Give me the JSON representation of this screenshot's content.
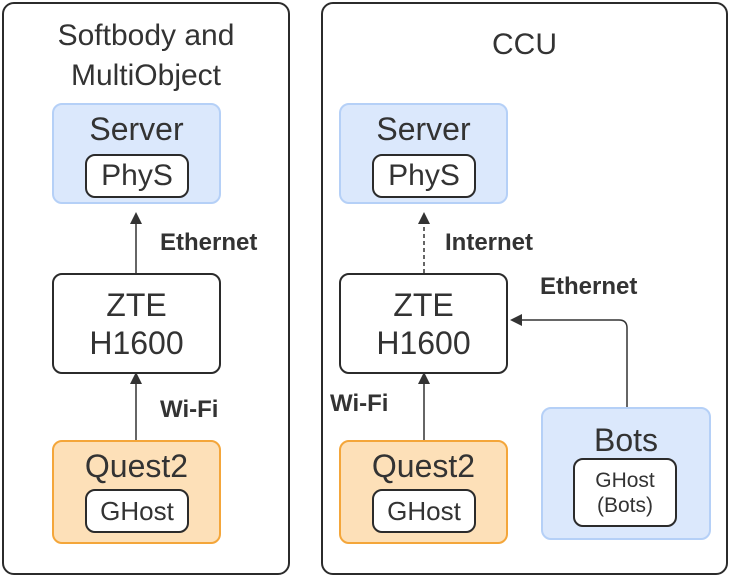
{
  "panels": {
    "left": {
      "title_line1": "Softbody and",
      "title_line2": "MultiObject",
      "server": {
        "label": "Server",
        "inner": "PhyS"
      },
      "router": {
        "line1": "ZTE",
        "line2": "H1600"
      },
      "headset": {
        "label": "Quest2",
        "inner": "GHost"
      },
      "links": {
        "router_to_server": "Ethernet",
        "headset_to_router": "Wi-Fi"
      }
    },
    "right": {
      "title": "CCU",
      "server": {
        "label": "Server",
        "inner": "PhyS"
      },
      "router": {
        "line1": "ZTE",
        "line2": "H1600"
      },
      "headset": {
        "label": "Quest2",
        "inner": "GHost"
      },
      "bots": {
        "label": "Bots",
        "inner_line1": "GHost",
        "inner_line2": "(Bots)"
      },
      "links": {
        "router_to_server": "Internet",
        "bots_to_router": "Ethernet",
        "headset_to_router": "Wi-Fi"
      }
    }
  },
  "colors": {
    "server_fill": "#dbe8fc",
    "server_border": "#b5d0f7",
    "headset_fill": "#fde0b8",
    "headset_border": "#f4a63a",
    "outline": "#2b2b2b"
  }
}
